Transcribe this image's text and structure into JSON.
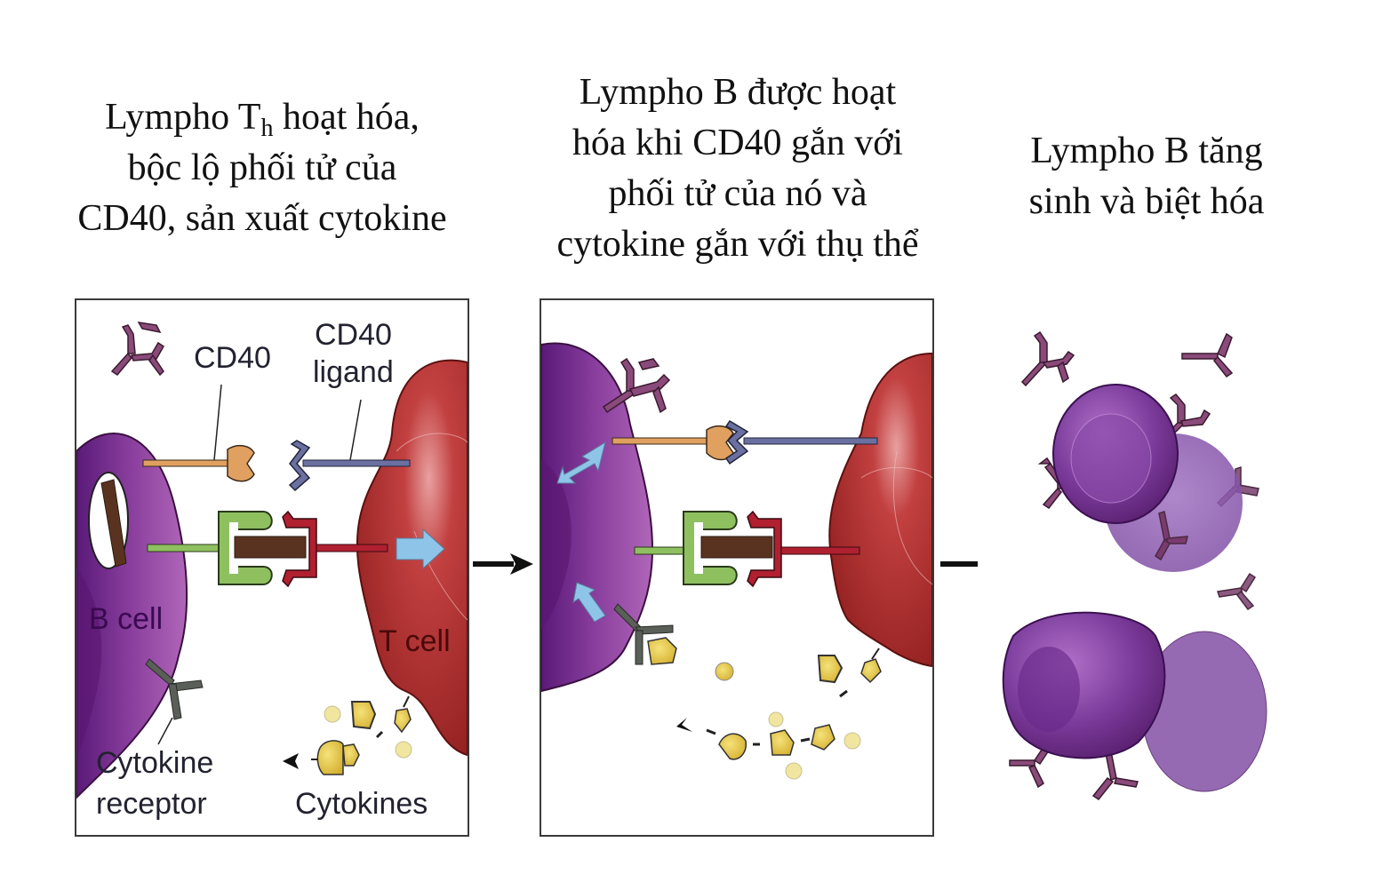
{
  "captions": {
    "step1": {
      "line1_pre": "Lympho T",
      "line1_sub": "h",
      "line1_post": " hoạt hóa,",
      "line2": "bộc lộ phối tử của",
      "line3": "CD40, sản xuất cytokine"
    },
    "step2": {
      "line1": "Lympho B được hoạt",
      "line2": "hóa khi CD40 gắn với",
      "line3": "phối tử của nó và",
      "line4": "cytokine gắn với thụ thể"
    },
    "step3": {
      "line1": "Lympho B tăng",
      "line2": "sinh và biệt hóa"
    }
  },
  "panel1_labels": {
    "cd40": "CD40",
    "cd40_ligand_line1": "CD40",
    "cd40_ligand_line2": "ligand",
    "b_cell": "B cell",
    "t_cell": "T cell",
    "cytokine_receptor_line1": "Cytokine",
    "cytokine_receptor_line2": "receptor",
    "cytokines": "Cytokines"
  },
  "colors": {
    "b_cell": "#8a3f9e",
    "t_cell": "#b02a2a",
    "antibody": "#8a4a7a",
    "cd40": "#e0a060",
    "cd40_ligand": "#6a70a0",
    "mhc": "#8fc060",
    "tcr": "#b02030",
    "peptide": "#5a3320",
    "signal_arrow": "#8ec4e8",
    "cytokine": "#e6c84a",
    "receptor": "#5a5f58"
  }
}
